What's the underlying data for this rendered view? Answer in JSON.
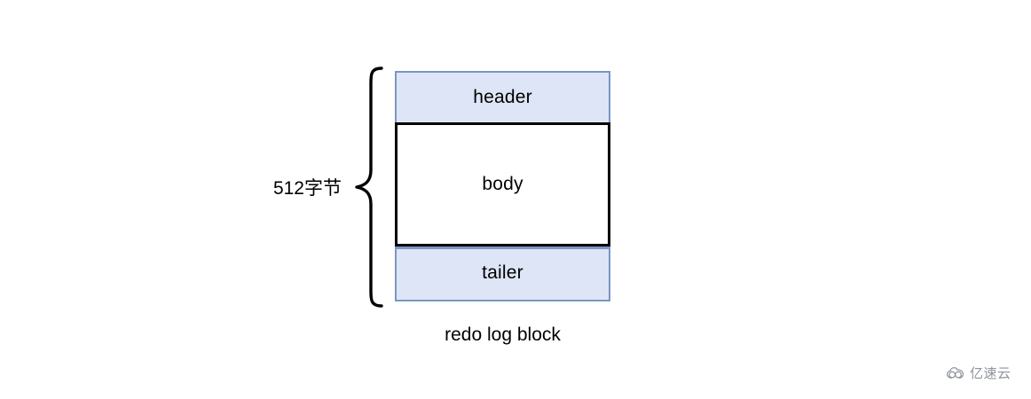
{
  "diagram": {
    "title": "redo log block",
    "dimension": {
      "label": "512字节",
      "brace_name": "curly-brace"
    },
    "segments": [
      {
        "id": "header",
        "label": "header",
        "fill": "#dde5f6",
        "stroke": "#7b96c4"
      },
      {
        "id": "body",
        "label": "body",
        "fill": "#ffffff",
        "stroke": "#000000"
      },
      {
        "id": "tailer",
        "label": "tailer",
        "fill": "#dde5f6",
        "stroke": "#7b96c4"
      }
    ],
    "caption": "redo log block"
  },
  "watermark": {
    "text": "亿速云",
    "icon": "cloud-icon",
    "color": "#6f7482"
  },
  "colors": {
    "background": "#ffffff",
    "accent_fill": "#dde5f6",
    "accent_stroke": "#7b96c4",
    "outline": "#000000"
  }
}
